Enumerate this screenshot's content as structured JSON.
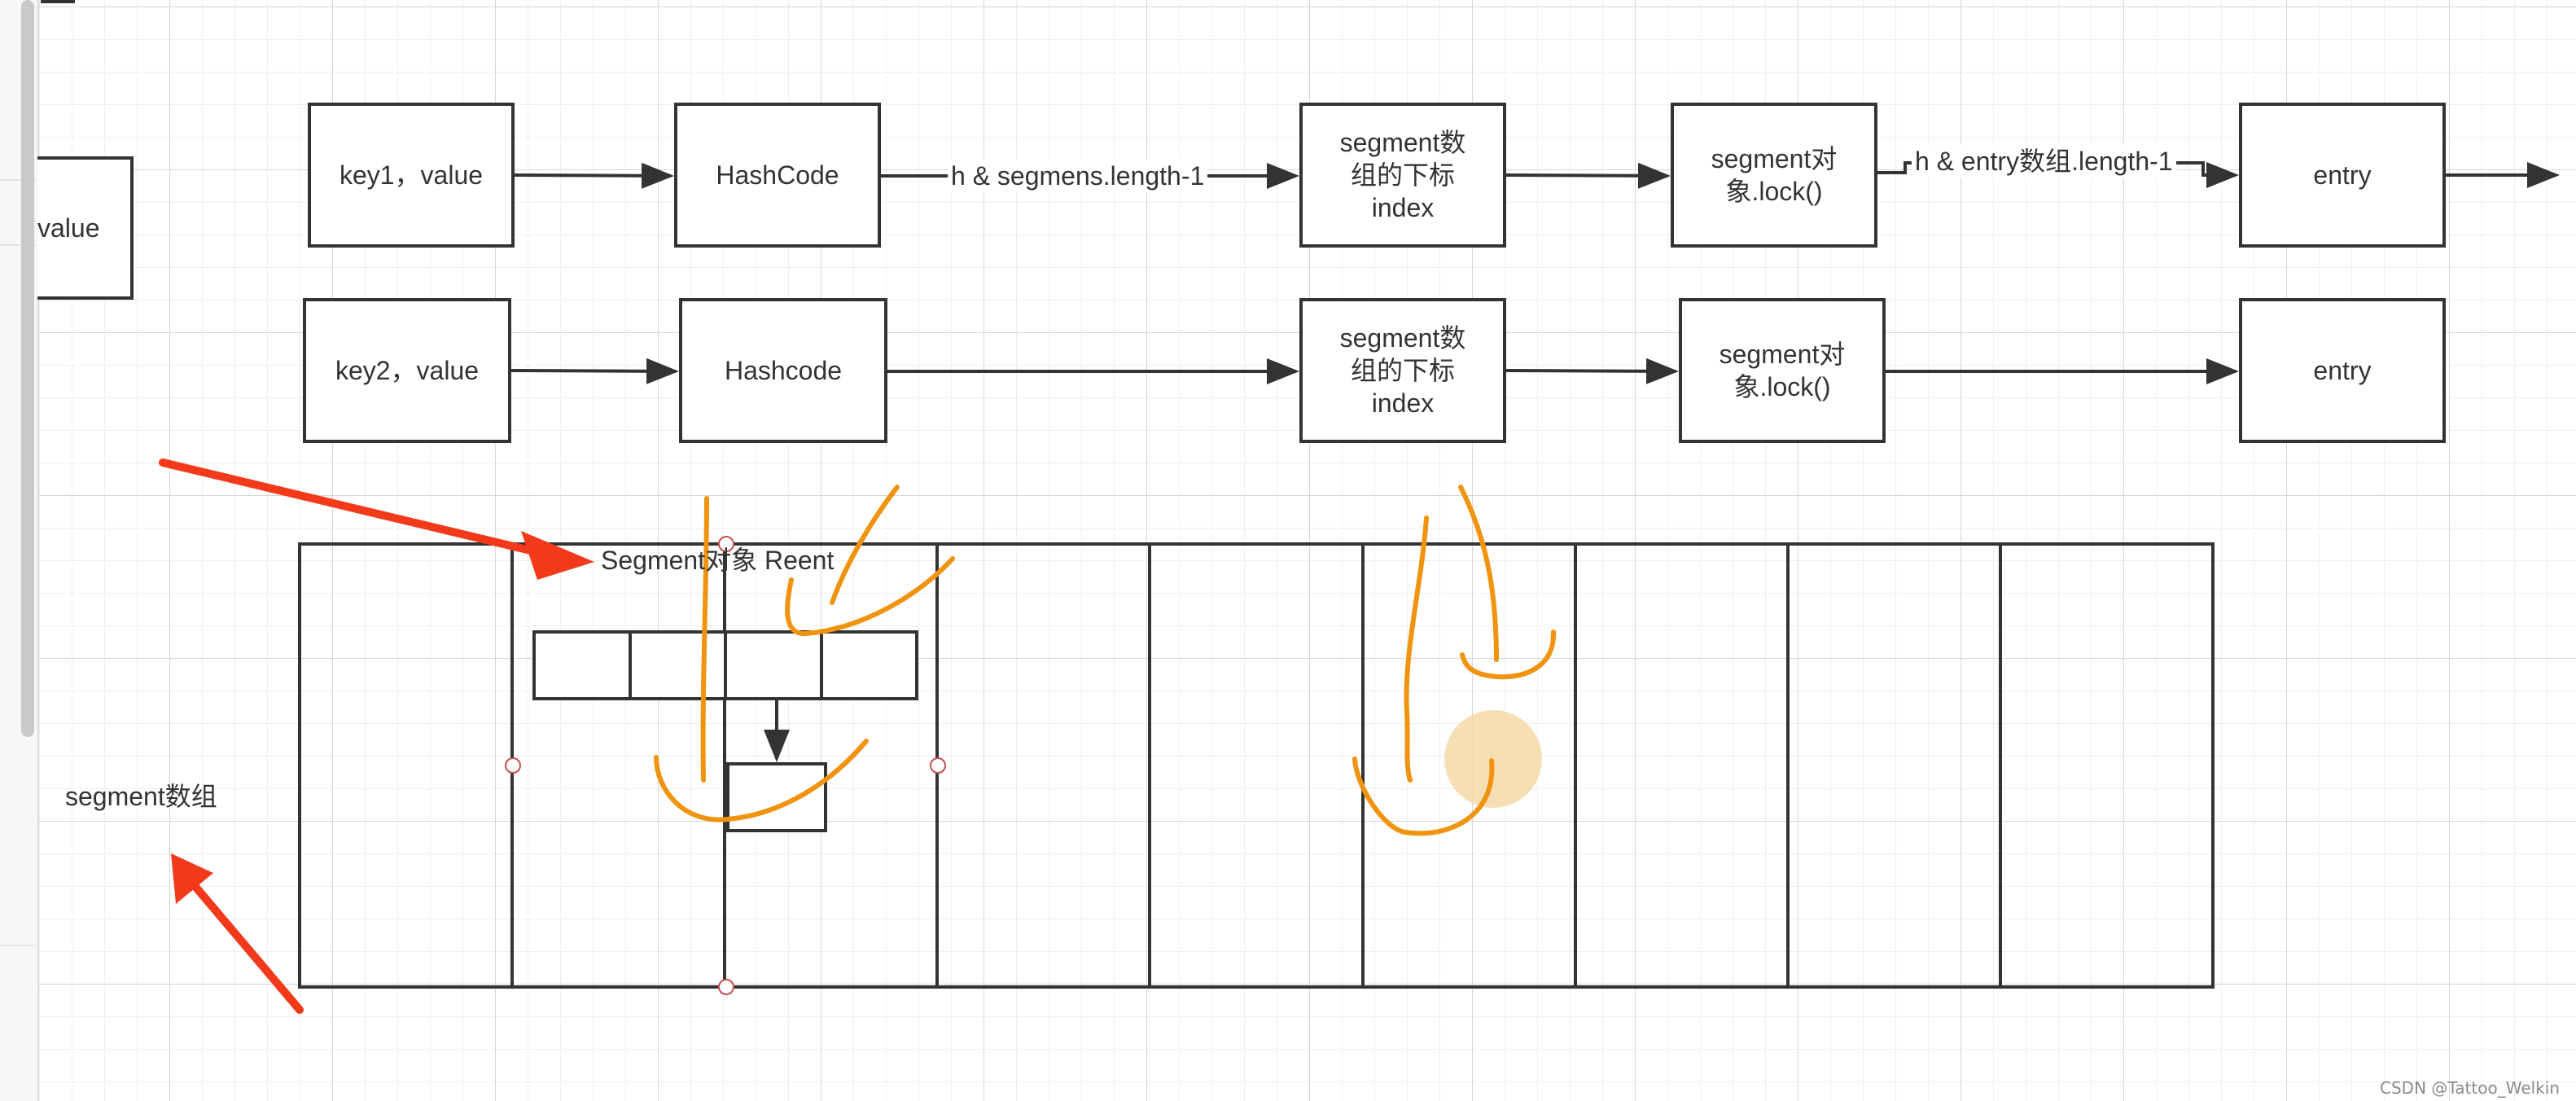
{
  "diagram": {
    "row1": {
      "key": "key1，value",
      "hash": "HashCode",
      "edge_hash_to_index": "h & segmens.length-1",
      "index": [
        "segment数",
        "组的下标",
        "index"
      ],
      "lock": [
        "segment对",
        "象.lock()"
      ],
      "edge_lock_to_entry": "h & entry数组.length-1",
      "entry": "entry"
    },
    "row2": {
      "key": "key2，value",
      "hash": "Hashcode",
      "index": [
        "segment数",
        "组的下标",
        "index"
      ],
      "lock": [
        "segment对",
        "象.lock()"
      ],
      "entry": "entry"
    },
    "partial_box_label": "value",
    "segment_object_label": "Segment对象 Reent",
    "segment_array_label": "segment数组",
    "segment_cells": 9,
    "segment_inner_cells": 4
  },
  "watermark": "CSDN @Tattoo_Welkin",
  "colors": {
    "stroke": "#333333",
    "annotation_orange": "#f0930e",
    "highlight": "#f6d9a8",
    "pointer_arrow": "#f23a1b",
    "grid": "#d6d6d6"
  },
  "annotations": {
    "pointer_arrows": 2,
    "freehand_strokes": "orange",
    "highlight_circle": "peach"
  }
}
